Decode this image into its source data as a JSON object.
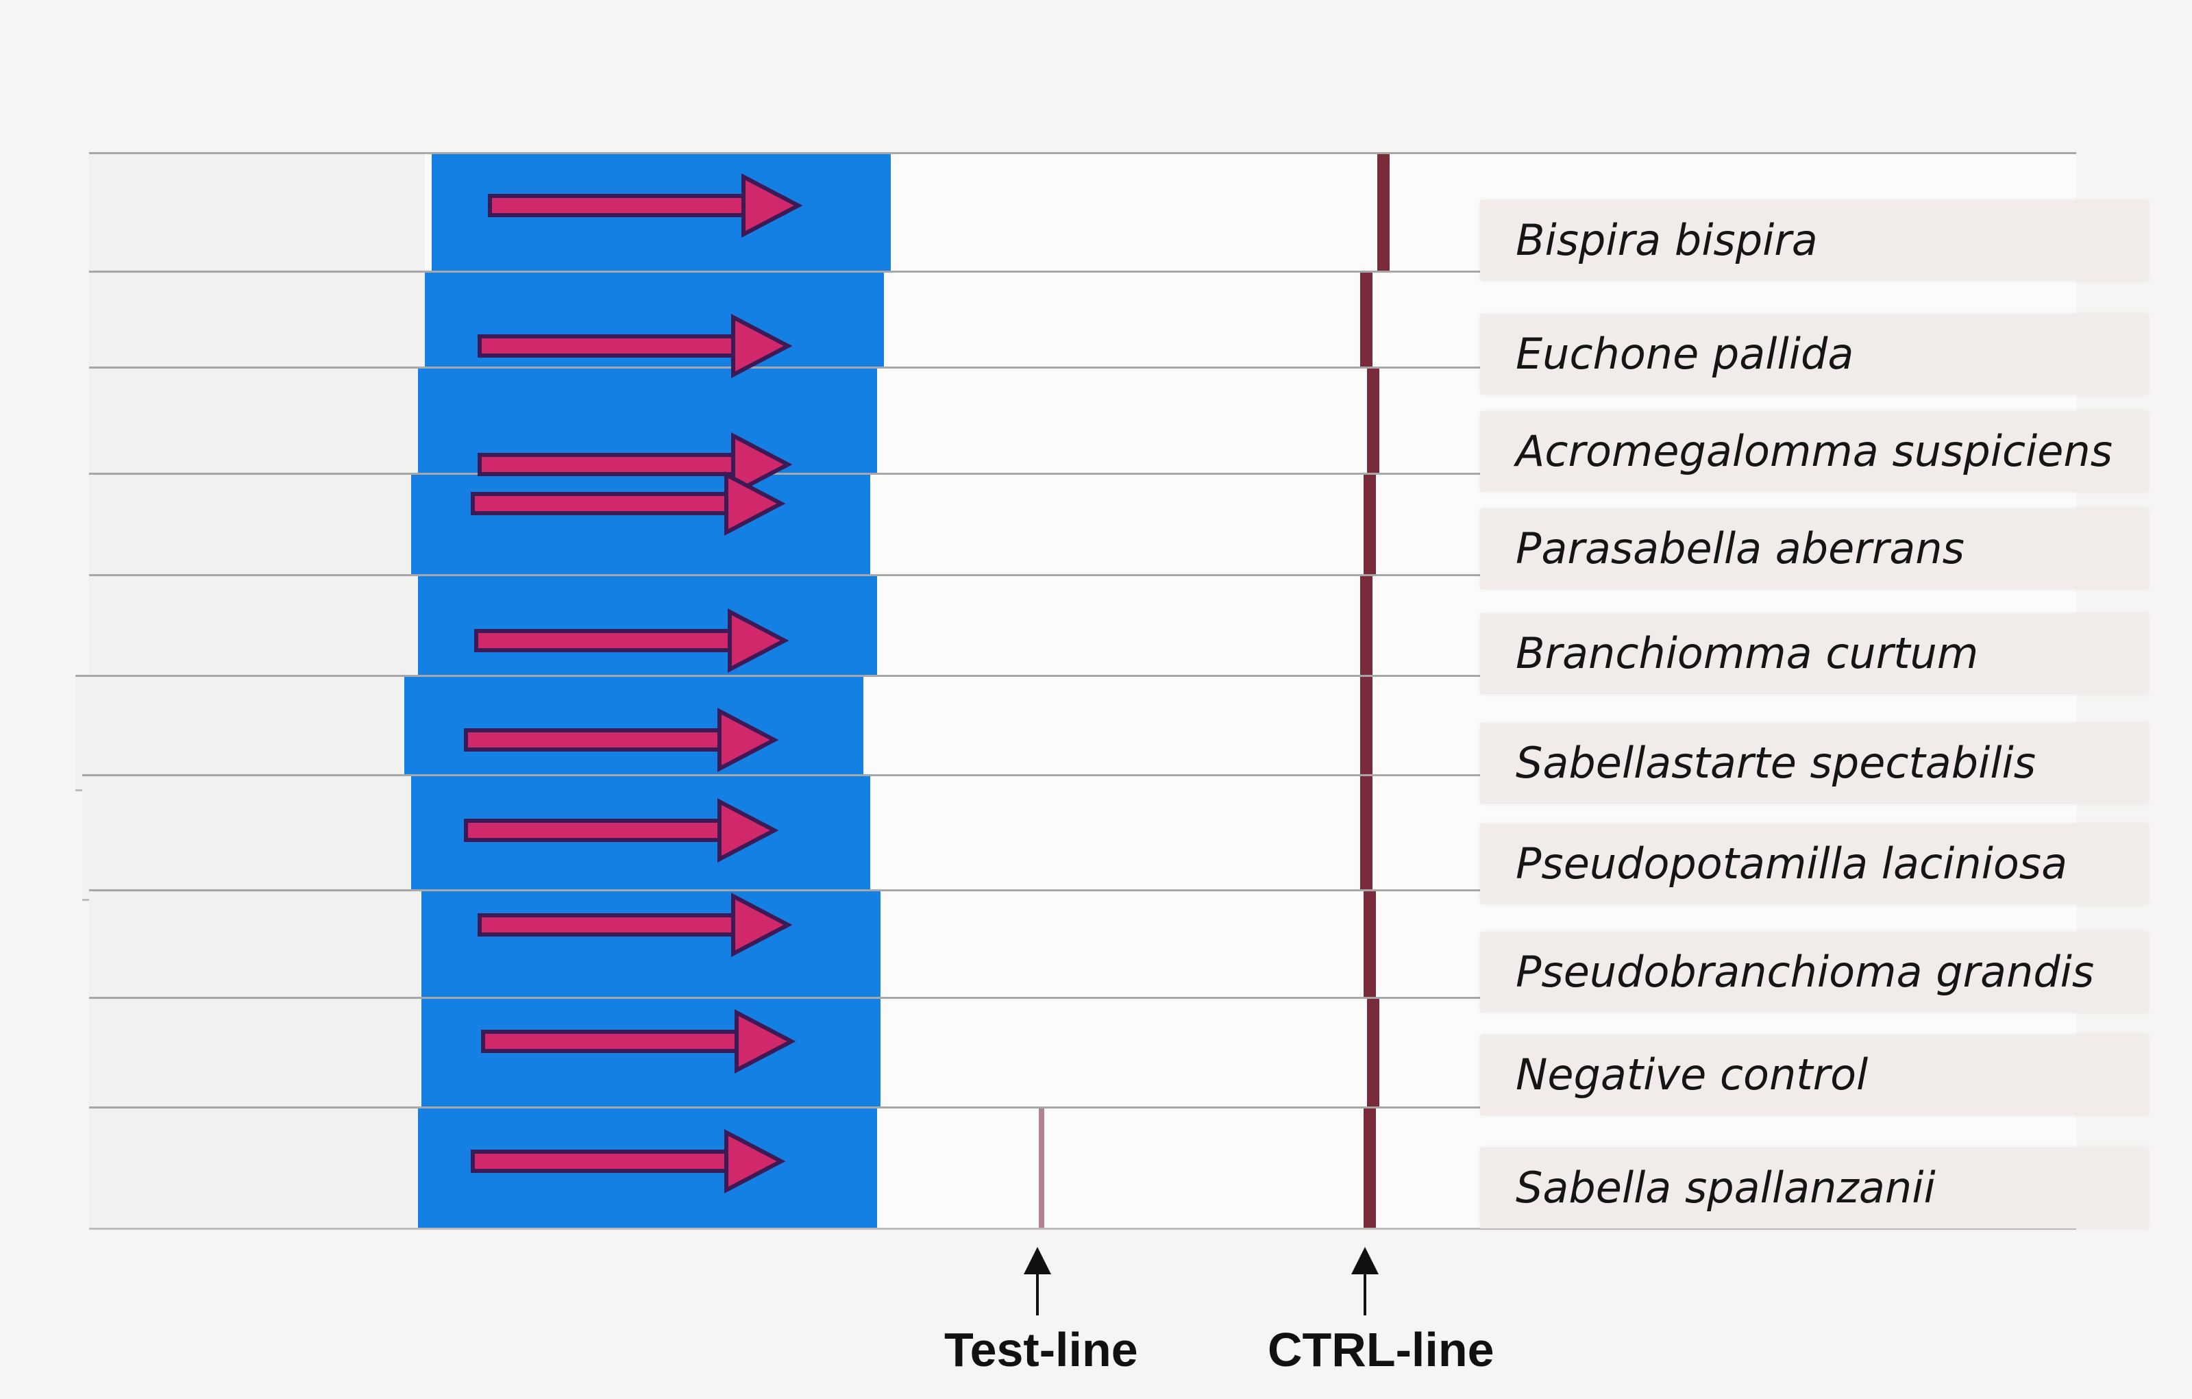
{
  "strips": [
    {
      "label": "Bispira bispira",
      "test_line_visible": false
    },
    {
      "label": "Euchone pallida",
      "test_line_visible": false
    },
    {
      "label": "Acromegalomma suspiciens",
      "test_line_visible": false
    },
    {
      "label": "Parasabella aberrans",
      "test_line_visible": false
    },
    {
      "label": "Branchiomma curtum",
      "test_line_visible": false
    },
    {
      "label": "Sabellastarte spectabilis",
      "test_line_visible": false
    },
    {
      "label": "Pseudopotamilla laciniosa",
      "test_line_visible": false
    },
    {
      "label": "Pseudobranchioma grandis",
      "test_line_visible": false
    },
    {
      "label": "Negative control",
      "test_line_visible": false
    },
    {
      "label": "Sabella spallanzanii",
      "test_line_visible": true
    }
  ],
  "annotations": {
    "test_line": "Test-line",
    "ctrl_line": "CTRL-line"
  },
  "colors": {
    "sample_pad_blue": "#1480e4",
    "arrow_magenta": "#d0286a",
    "control_line": "#7a2b3b",
    "test_line": "#b08590"
  }
}
